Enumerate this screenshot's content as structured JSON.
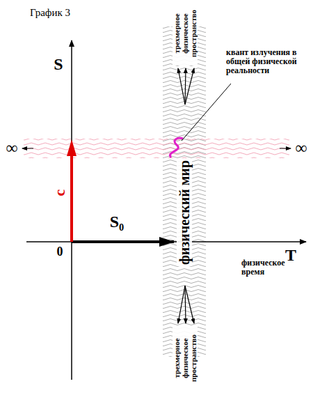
{
  "diagram": {
    "title": "График 3",
    "nodes": [
      {
        "text": [
          "физический мир"
        ]
      }
    ],
    "labels": [
      "S",
      "T",
      "0",
      "S₀",
      "c⃗",
      "∞",
      "∞",
      "физическое время",
      "трехмерное физическое пространство",
      "трехмерное физическое пространство",
      "квант излучения в общей физической реальности"
    ]
  }
}
